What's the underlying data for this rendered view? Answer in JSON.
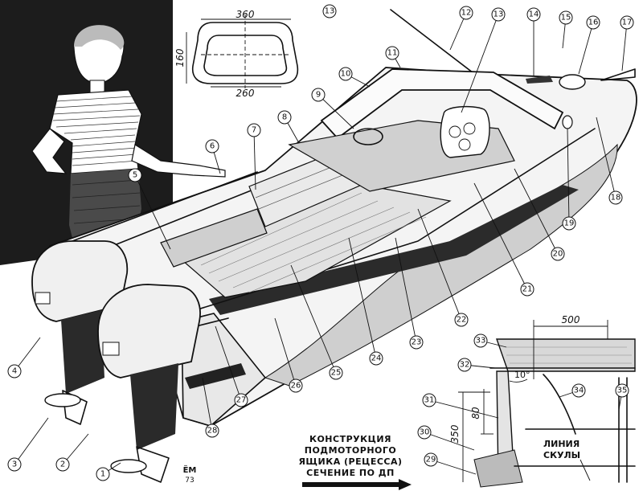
{
  "callouts": [
    "1",
    "2",
    "3",
    "4",
    "5",
    "6",
    "7",
    "8",
    "9",
    "10",
    "11",
    "12",
    "13",
    "14",
    "15",
    "16",
    "17",
    "18",
    "19",
    "20",
    "21",
    "22",
    "23",
    "24",
    "25",
    "26",
    "27",
    "28",
    "29",
    "30",
    "31",
    "32",
    "33",
    "34",
    "35"
  ],
  "inset_number": "13",
  "dimensions": {
    "inset_top": "360",
    "inset_bottom": "260",
    "inset_side": "160",
    "section_width": "500",
    "section_height_small": "80",
    "section_height_large": "350",
    "angle": "10°"
  },
  "caption_lines": [
    "КОНСТРУКЦИЯ",
    "ПОДМОТОРНОГО",
    "ЯЩИКА (РЕЦЕССА)",
    "СЕЧЕНИЕ ПО ДП"
  ],
  "section_label_lines": [
    "ЛИНИЯ",
    "СКУЛЫ"
  ],
  "artist_mark_lines": [
    "ЁМ",
    "73"
  ]
}
